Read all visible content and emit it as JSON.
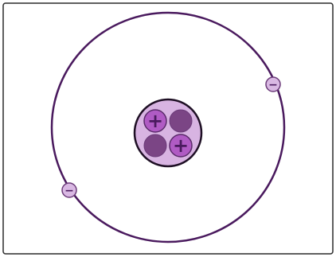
{
  "diagram": {
    "subject": "atom",
    "colors": {
      "frame_border": "#2a2a2a",
      "orbit": "#4a1a5e",
      "nucleus_fill": "#d8b4e2",
      "nucleus_outline": "#1e0f24",
      "proton_fill": "#b05bc4",
      "proton_outline": "#5a2a6a",
      "neutron_fill": "#7b4585",
      "electron_fill": "#d9b8e3",
      "electron_outline": "#6b3b79"
    },
    "nucleus": {
      "particles": [
        {
          "kind": "proton",
          "symbol": "+"
        },
        {
          "kind": "neutron",
          "symbol": ""
        },
        {
          "kind": "neutron",
          "symbol": ""
        },
        {
          "kind": "proton",
          "symbol": "+"
        }
      ]
    },
    "electrons": [
      {
        "symbol": "−"
      },
      {
        "symbol": "−"
      }
    ]
  }
}
